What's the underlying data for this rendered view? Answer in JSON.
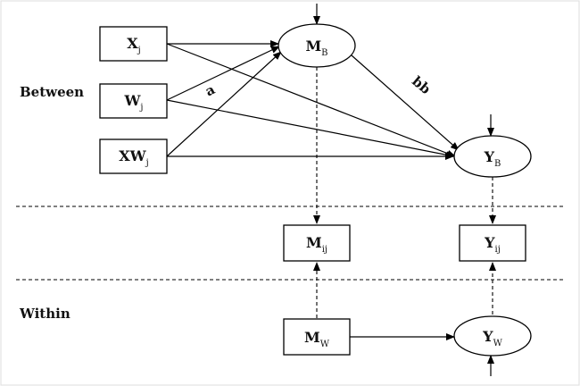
{
  "sections": {
    "between": "Between",
    "within": "Within"
  },
  "nodes": {
    "xj": {
      "main": "X",
      "sub": "j"
    },
    "wj": {
      "main": "W",
      "sub": "j"
    },
    "xwj": {
      "main": "XW",
      "sub": "j"
    },
    "mb": {
      "main": "M",
      "sub": "B"
    },
    "yb": {
      "main": "Y",
      "sub": "B"
    },
    "mij": {
      "main": "M",
      "sub": "ij"
    },
    "yij": {
      "main": "Y",
      "sub": "ij"
    },
    "mw": {
      "main": "M",
      "sub": "W"
    },
    "yw": {
      "main": "Y",
      "sub": "W"
    }
  },
  "paths": {
    "a": "a",
    "bb": "bb"
  }
}
